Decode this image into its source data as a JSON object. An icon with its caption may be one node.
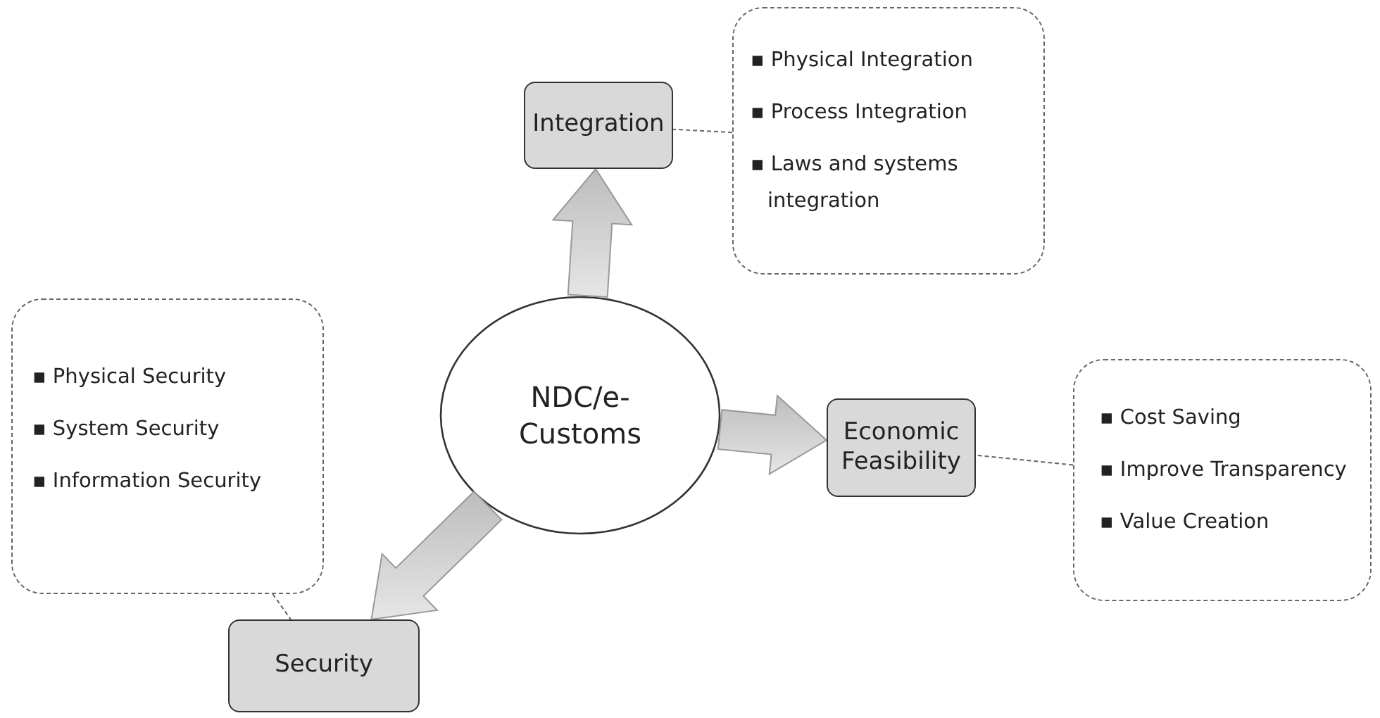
{
  "diagram": {
    "nodes": [
      {
        "text": [
          "NDC/e-Customs"
        ]
      },
      {
        "text": [
          "Integration"
        ]
      },
      {
        "text": [
          "▪ Physical Integration",
          "▪ Process Integration",
          "▪ Laws and systems integration"
        ]
      },
      {
        "text": [
          "Economic Feasibility"
        ]
      },
      {
        "text": [
          "▪ Cost Saving",
          "▪ Improve Transparency",
          "▪ Value Creation"
        ]
      },
      {
        "text": [
          "Security"
        ]
      },
      {
        "text": [
          "▪ Physical Security",
          "▪ System Security",
          "▪ Information Security"
        ]
      }
    ],
    "edges": [
      {
        "from": 0,
        "to": 1,
        "arrow": "to",
        "style": "thick"
      },
      {
        "from": 0,
        "to": 3,
        "arrow": "to",
        "style": "thick"
      },
      {
        "from": 0,
        "to": 5,
        "arrow": "to",
        "style": "thick"
      },
      {
        "from": 2,
        "to": 1,
        "arrow": "none",
        "style": "dashed"
      },
      {
        "from": 4,
        "to": 3,
        "arrow": "none",
        "style": "dashed"
      },
      {
        "from": 6,
        "to": 5,
        "arrow": "none",
        "style": "dashed"
      }
    ]
  }
}
